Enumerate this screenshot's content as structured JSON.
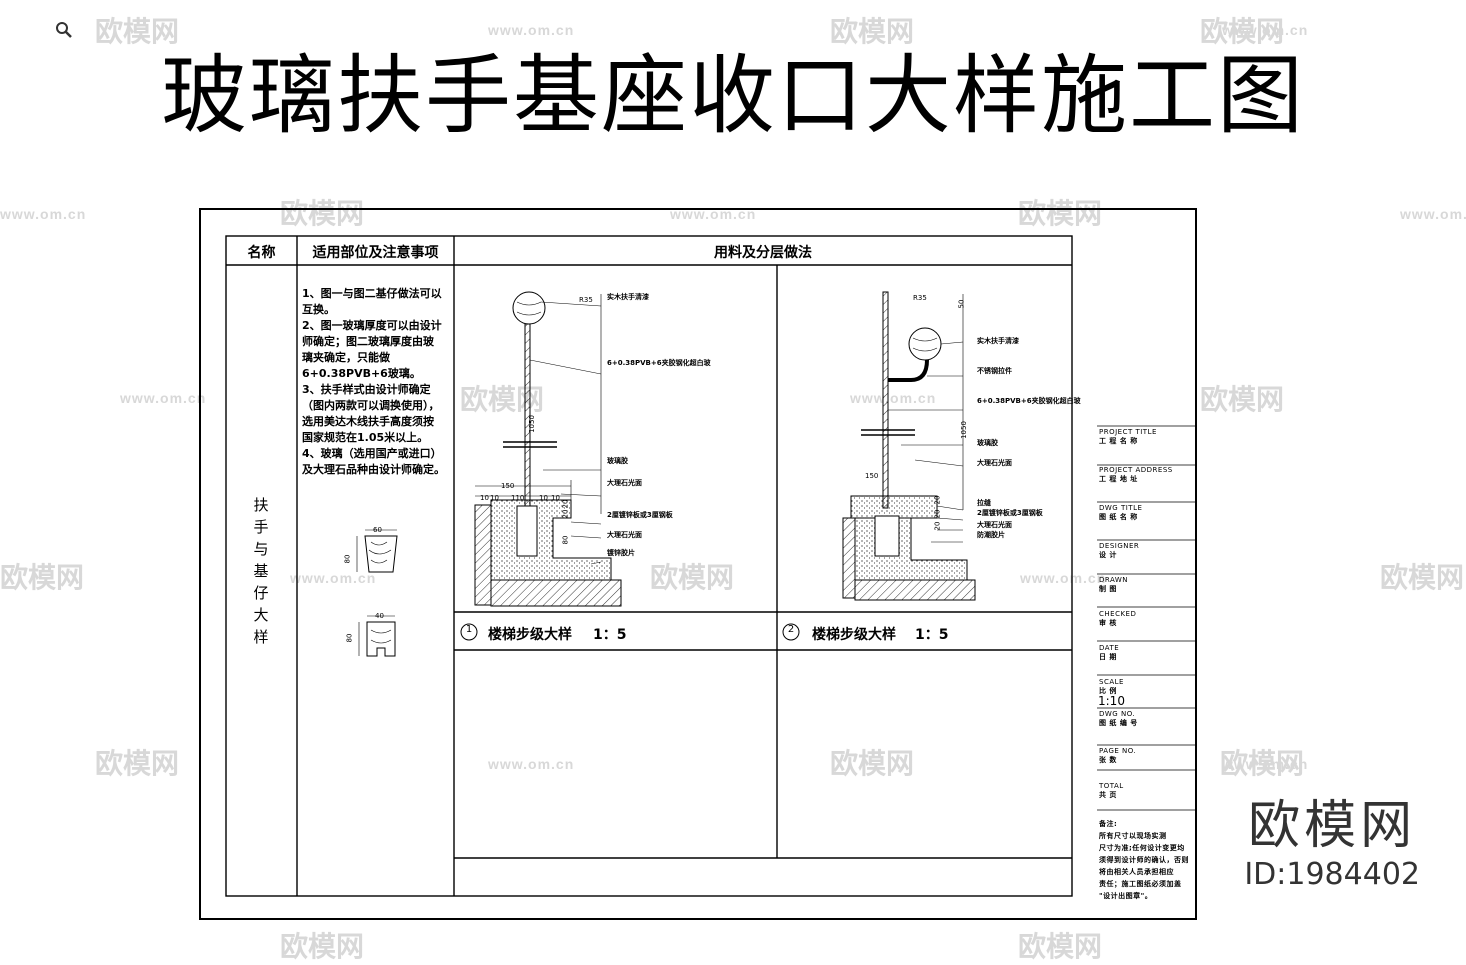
{
  "title": "玻璃扶手基座收口大样施工图",
  "watermark": {
    "brand": "欧模网",
    "domain": "www.om.cn"
  },
  "table": {
    "col_name": "名称",
    "col_notes": "适用部位及注意事项",
    "col_method": "用料及分层做法",
    "row_name": "扶手与基仔大样",
    "notes": [
      "1、图一与图二基仔做法可以",
      "互换。",
      "2、图一玻璃厚度可以由设计",
      "师确定；图二玻璃厚度由玻",
      "璃夹确定，只能做",
      "6+0.38PVB+6玻璃。",
      "3、扶手样式由设计师确定",
      "（图内两款可以调换使用），",
      "选用美达木线扶手高度须按",
      "国家规范在1.05米以上。",
      "4、玻璃（选用国产或进口）",
      "及大理石品种由设计师确定。"
    ],
    "profile_dims": {
      "p1_w": "60",
      "p1_h": "80",
      "p2_w": "40",
      "p2_h": "80"
    }
  },
  "details": [
    {
      "number": "1",
      "caption": "楼梯步级大样",
      "scale": "1：5",
      "labels": [
        "实木扶手清漆",
        "6+0.38PVB+6夹胶钢化超白玻",
        "玻璃胶",
        "大理石光面",
        "2厘镀锌板或3厘钢板",
        "大理石光面",
        "镀锌胶片"
      ],
      "dims": [
        "R35",
        "1050",
        "150",
        "10",
        "10",
        "110",
        "10",
        "10",
        "20",
        "20",
        "80"
      ]
    },
    {
      "number": "2",
      "caption": "楼梯步级大样",
      "scale": "1：5",
      "labels": [
        "实木扶手清漆",
        "不锈钢拉件",
        "6+0.38PVB+6夹胶钢化超白玻",
        "玻璃胶",
        "大理石光面",
        "拉缝",
        "2厘镀锌板或3厘钢板",
        "大理石光面",
        "防潮胶片"
      ],
      "dims": [
        "R35",
        "50",
        "1050",
        "150",
        "20",
        "20",
        "20"
      ]
    }
  ],
  "title_block": [
    {
      "en": "PROJECT TITLE",
      "cn": "工 程 名 称"
    },
    {
      "en": "PROJECT ADDRESS",
      "cn": "工 程 地 址"
    },
    {
      "en": "DWG   TITLE",
      "cn": "图 纸 名 称"
    },
    {
      "en": "DESIGNER",
      "cn": "设    计"
    },
    {
      "en": "DRAWN",
      "cn": "制    图"
    },
    {
      "en": "CHECKED",
      "cn": "审    核"
    },
    {
      "en": "DATE",
      "cn": "日    期"
    },
    {
      "en": "SCALE",
      "cn": "比    例"
    },
    {
      "en": "DWG   NO.",
      "cn": "图 纸 编 号"
    },
    {
      "en": "PAGE  NO.",
      "cn": "张    数"
    },
    {
      "en": "TOTAL",
      "cn": "共    页"
    }
  ],
  "scale_value": "1:10",
  "remarks_title": "备注:",
  "remarks": [
    "所有尺寸以现场实测",
    "尺寸为准;任何设计变更均",
    "须得到设计师的确认，否则",
    "将由相关人员承担相应",
    "责任；施工图纸必须加盖",
    "\"设计出图章\"。"
  ],
  "brand": {
    "name": "欧模网",
    "id": "ID:1984402"
  }
}
